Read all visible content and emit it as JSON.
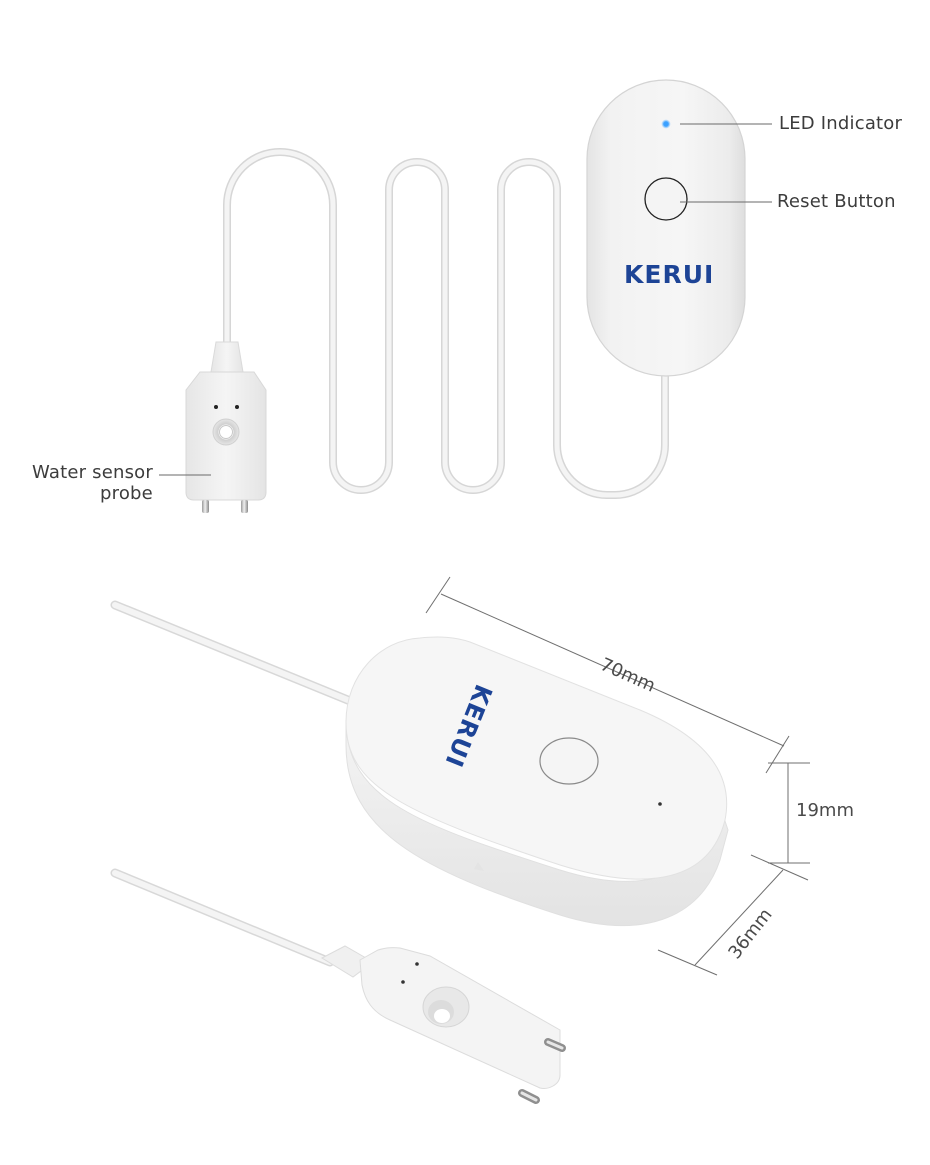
{
  "top_view": {
    "brand_logo": "KERUI",
    "callouts": {
      "led": "LED Indicator",
      "reset": "Reset Button",
      "probe_line1": "Water sensor",
      "probe_line2": "probe"
    },
    "led_color": "#3aa0ff"
  },
  "perspective_view": {
    "brand_logo": "KERUI",
    "dimensions": {
      "length": "70mm",
      "height": "19mm",
      "width": "36mm"
    }
  },
  "colors": {
    "brand_blue": "#1d4496",
    "device_white": "#f3f3f3",
    "cable": "#eeeeee",
    "cable_edge": "#d9d9d9",
    "leader_line": "#6a6a6a",
    "text": "#3c3c3c"
  }
}
